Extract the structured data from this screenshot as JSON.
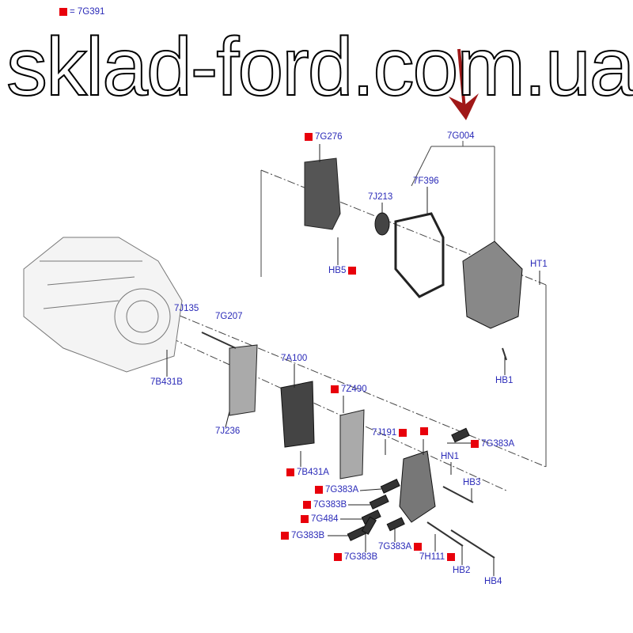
{
  "legend": {
    "label": "= 7G391",
    "marker_color": "#e8000b"
  },
  "watermark": "sklad-ford.com.ua",
  "arrow_color": "#a01818",
  "label_color": "#2a2ab8",
  "labels": {
    "l7G004": "7G004",
    "l7G276": "7G276",
    "l7J213": "7J213",
    "l7F396": "7F396",
    "lHB5": "HB5",
    "lHT1": "HT1",
    "l7J135": "7J135",
    "l7G207": "7G207",
    "l7B431B": "7B431B",
    "l7A100": "7A100",
    "l7Z490": "7Z490",
    "l7J236": "7J236",
    "l7J191": "7J191",
    "l7G383A_top": "7G383A",
    "lHN1": "HN1",
    "lHB3": "HB3",
    "lHB1": "HB1",
    "l7B431A": "7B431A",
    "l7G383A_1": "7G383A",
    "l7G383B_1": "7G383B",
    "l7G484": "7G484",
    "l7G383B_2": "7G383B",
    "l7G383B_3": "7G383B",
    "l7G383A_2": "7G383A",
    "l7H111": "7H111",
    "lHB2": "HB2",
    "lHB4": "HB4"
  }
}
